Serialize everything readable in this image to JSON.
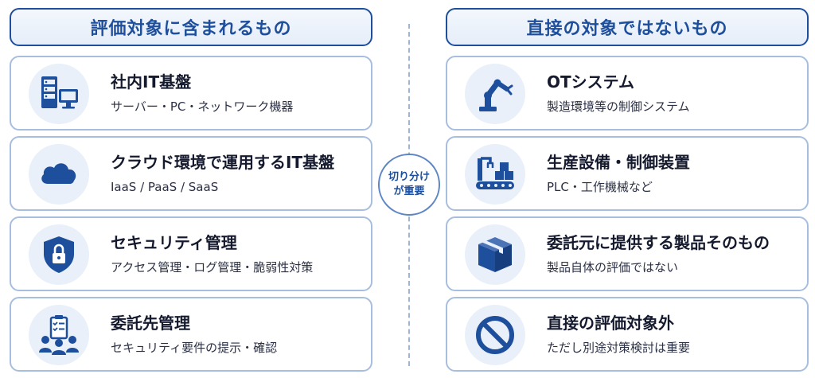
{
  "left": {
    "header": "評価対象に含まれるもの",
    "items": [
      {
        "title": "社内IT基盤",
        "subtitle": "サーバー・PC・ネットワーク機器",
        "icon": "server-pc-icon"
      },
      {
        "title": "クラウド環境で運用するIT基盤",
        "subtitle": "IaaS / PaaS / SaaS",
        "icon": "cloud-icon"
      },
      {
        "title": "セキュリティ管理",
        "subtitle": "アクセス管理・ログ管理・脆弱性対策",
        "icon": "shield-lock-icon"
      },
      {
        "title": "委託先管理",
        "subtitle": "セキュリティ要件の提示・確認",
        "icon": "team-checklist-icon"
      }
    ]
  },
  "right": {
    "header": "直接の対象ではないもの",
    "items": [
      {
        "title": "OTシステム",
        "subtitle": "製造環境等の制御システム",
        "icon": "robot-arm-icon"
      },
      {
        "title": "生産設備・制御装置",
        "subtitle": "PLC・工作機械など",
        "icon": "conveyor-icon"
      },
      {
        "title": "委託元に提供する製品そのもの",
        "subtitle": "製品自体の評価ではない",
        "icon": "box-icon"
      },
      {
        "title": "直接の評価対象外",
        "subtitle": "ただし別途対策検討は重要",
        "icon": "prohibited-icon"
      }
    ]
  },
  "center": {
    "line1": "切り分け",
    "line2": "が重要"
  },
  "colors": {
    "primary": "#1e4f9c",
    "card_border": "#a8bedf",
    "icon_bg": "#e9f0fa"
  }
}
